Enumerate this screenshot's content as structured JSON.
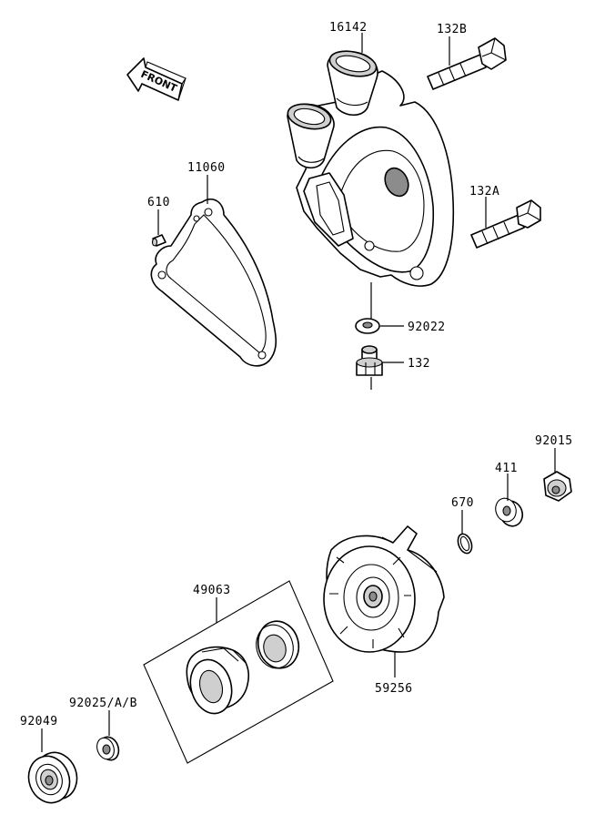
{
  "front_arrow": {
    "text": "FRONT"
  },
  "parts": {
    "cover": "16142",
    "bolt_b": "132B",
    "gasket": "11060",
    "pin": "610",
    "bolt_a": "132A",
    "washer": "92022",
    "drain_bolt": "132",
    "nut": "92015",
    "washer_411": "411",
    "o_ring": "670",
    "seal_set": "49063",
    "impeller": "59256",
    "oil_seal": "92025/A/B",
    "bearing": "92049"
  }
}
